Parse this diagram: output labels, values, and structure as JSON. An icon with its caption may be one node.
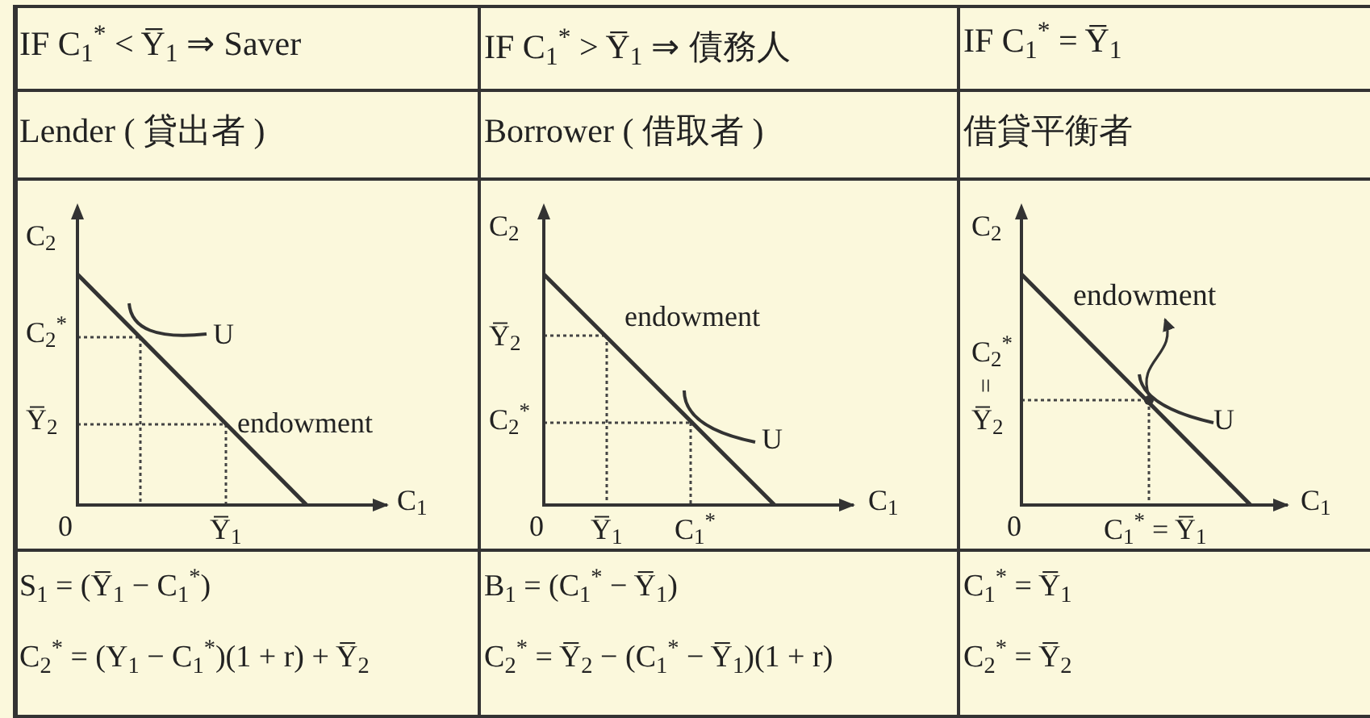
{
  "diagram": {
    "nodes": [
      {
        "text": [
          "endowment"
        ]
      },
      {
        "text": [],
        "shape": "circle"
      }
    ],
    "edges": [
      {
        "from": 1,
        "to": 0,
        "arrow": "to"
      }
    ],
    "labels": [
      "IF C$_{1}$$^{*}$ < Y̅$_{1}$ ⇒ Saver",
      "IF C$_{1}$$^{*}$ > Y̅$_{1}$ ⇒ 債務人",
      "IF C$_{1}$$^{*}$ = Y̅$_{1}$",
      "Lender ( 貸出者 )",
      "Borrower ( 借取者 )",
      "借貸平衡者",
      "C$_{2}$",
      "C$_{2}$$^{*}$",
      "Y̅$_{2}$",
      "0",
      "Y̅$_{1}$",
      "C$_{1}$",
      "U",
      "endowment",
      "C$_{2}$",
      "Y̅$_{2}$",
      "C$_{2}$$^{*}$",
      "0",
      "Y̅$_{1}$",
      "C$_{1}$$^{*}$",
      "C$_{1}$",
      "endowment",
      "U",
      "C$_{2}$",
      "C$_{2}$$^{*}$",
      "=",
      "Y̅$_{2}$",
      "0",
      "C$_{1}$$^{*}$ = Y̅$_{1}$",
      "C$_{1}$",
      "U",
      "S$_{1}$ = (Y̅$_{1}$ − C$_{1}$$^{*}$)",
      "B$_{1}$ = (C$_{1}$$^{*}$ − Y̅$_{1}$)",
      "C$_{1}$$^{*}$ = Y̅$_{1}$",
      "C$_{2}$$^{*}$ = (Y$_{1}$ − C$_{1}$$^{*}$)(1 + r) + Y̅$_{2}$",
      "C$_{2}$$^{*}$ = Y̅$_{2}$ − (C$_{1}$$^{*}$ − Y̅$_{1}$)(1 + r)",
      "C$_{2}$$^{*}$ = Y̅$_{2}$"
    ]
  }
}
